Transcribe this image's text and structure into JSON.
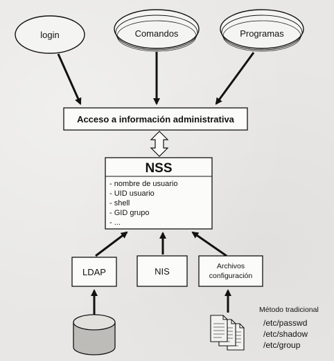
{
  "sources": {
    "login": "login",
    "comandos": "Comandos",
    "programas": "Programas"
  },
  "access_box": {
    "label": "Acceso a información administrativa"
  },
  "nss_box": {
    "title": "NSS",
    "items": [
      "- nombre de usuario",
      "- UID usuario",
      "- shell",
      "- GID grupo",
      "- ..."
    ]
  },
  "backends": {
    "ldap": "LDAP",
    "nis": "NIS",
    "archivos_line1": "Archivos",
    "archivos_line2": "configuración"
  },
  "traditional": {
    "heading": "Método tradicional",
    "files": [
      "/etc/passwd",
      "/etc/shadow",
      "/etc/group"
    ]
  }
}
